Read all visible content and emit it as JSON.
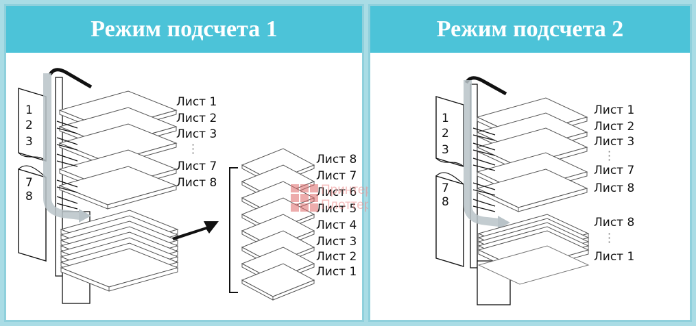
{
  "panel1": {
    "title": "Режим подсчета 1",
    "ticket_numbers": [
      "1",
      "2",
      "3",
      "7",
      "8"
    ],
    "input_labels": [
      "Лист 1",
      "Лист 2",
      "Лист 3",
      "Лист 7",
      "Лист 8"
    ],
    "output_labels": [
      "Лист 8",
      "Лист 7",
      "Лист 6",
      "Лист 5",
      "Лист 4",
      "Лист 3",
      "Лист 2",
      "Лист 1"
    ]
  },
  "panel2": {
    "title": "Режим подсчета 2",
    "ticket_numbers": [
      "1",
      "2",
      "3",
      "7",
      "8"
    ],
    "input_labels": [
      "Лист 1",
      "Лист 2",
      "Лист 3",
      "Лист 7",
      "Лист 8"
    ],
    "output_labels": [
      "Лист 8",
      "Лист 1"
    ]
  },
  "watermark": {
    "text": "Принтер-Плоттер.ру"
  },
  "colors": {
    "header": "#4cc3d8",
    "border": "#8fd0dc",
    "watermark": "#e06a6a"
  }
}
